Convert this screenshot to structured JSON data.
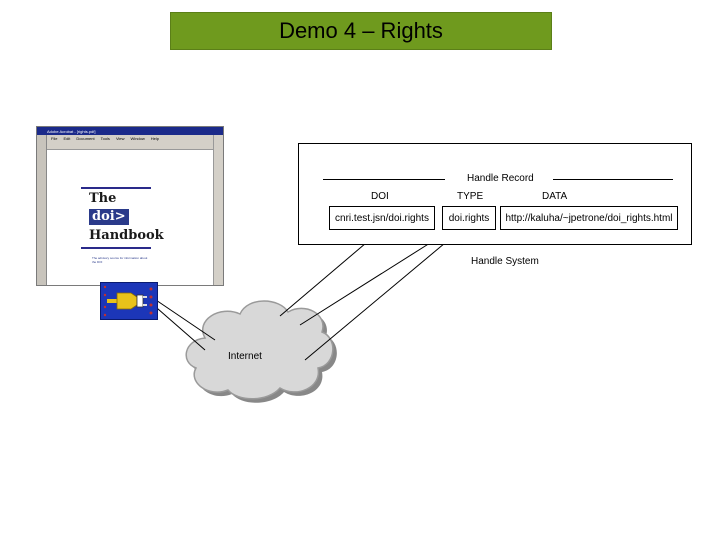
{
  "title": "Demo 4 – Rights",
  "thumbnail": {
    "window_title": "Adobe Acrobat - [rights.pdf]",
    "menu_items": [
      "File",
      "Edit",
      "Document",
      "Tools",
      "View",
      "Window",
      "Help"
    ],
    "book_line1": "The",
    "book_line2": "doi>",
    "book_line3": "Handbook",
    "book_caption": "The advisory source for information about the DOI"
  },
  "handle_record": {
    "title": "Handle Record",
    "headers": [
      "DOI",
      "TYPE",
      "DATA"
    ],
    "values": [
      "cnri.test.jsn/doi.rights",
      "doi.rights",
      "http://kaluha/~jpetrone/doi_rights.html"
    ]
  },
  "handle_system_label": "Handle System",
  "internet_label": "Internet",
  "icons": [
    "plug-icon",
    "cloud-icon"
  ],
  "colors": {
    "title_bg": "#6f9a1e",
    "plug_bg": "#1c36b8",
    "plug_yellow": "#e8c21a"
  }
}
